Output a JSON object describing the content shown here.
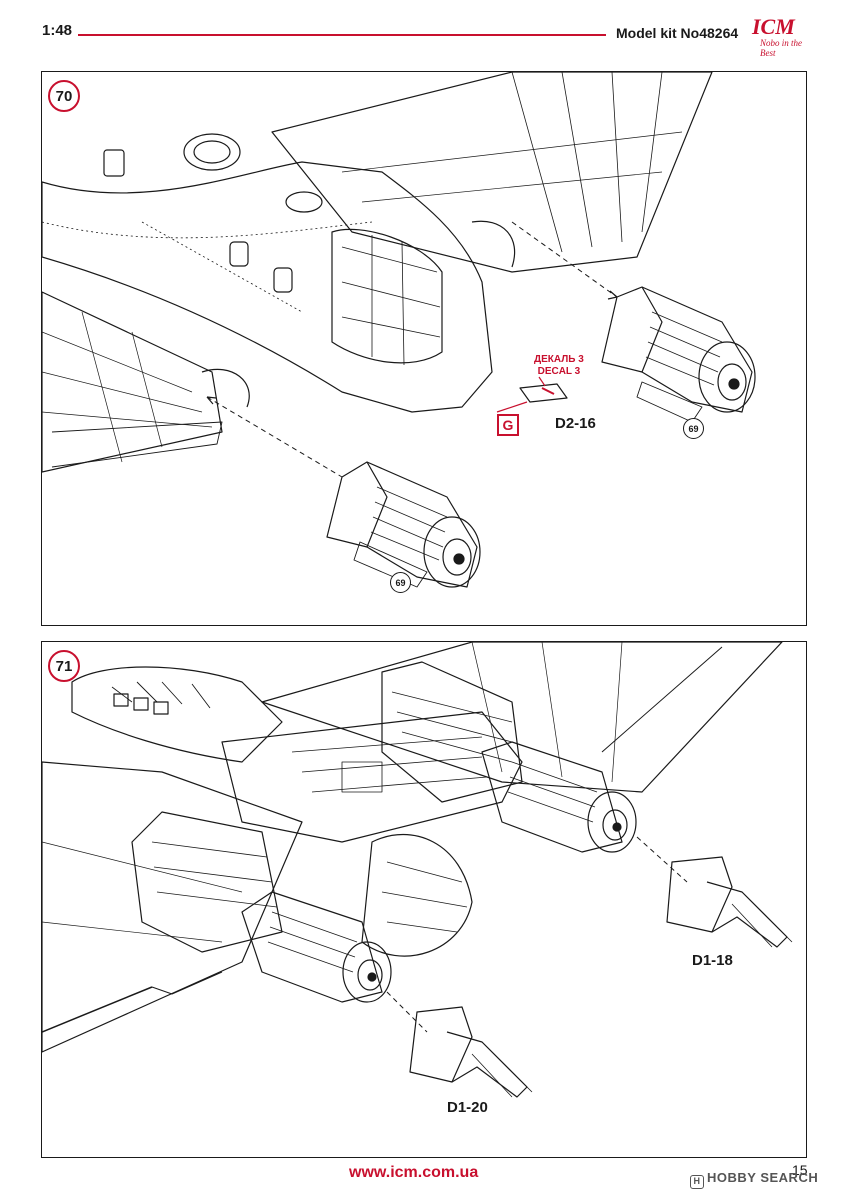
{
  "header": {
    "scale": "1:48",
    "kit_number": "Model kit No48264",
    "logo_text": "ICM",
    "logo_tagline": "Nobo in the Best",
    "accent_color": "#c8102e"
  },
  "steps": [
    {
      "number": "70",
      "parts": [
        {
          "label": "D2-16"
        }
      ],
      "decal_note": {
        "line1": "ДЕКАЛЬ 3",
        "line2": "DECAL 3"
      },
      "paint_code": "G",
      "subassembly_refs": [
        "69",
        "69"
      ]
    },
    {
      "number": "71",
      "parts": [
        {
          "label": "D1-18"
        },
        {
          "label": "D1-20"
        }
      ]
    }
  ],
  "footer": {
    "url": "www.icm.com.ua",
    "page_number": "15",
    "watermark": "HOBBY SEARCH",
    "watermark_icon": "H"
  }
}
